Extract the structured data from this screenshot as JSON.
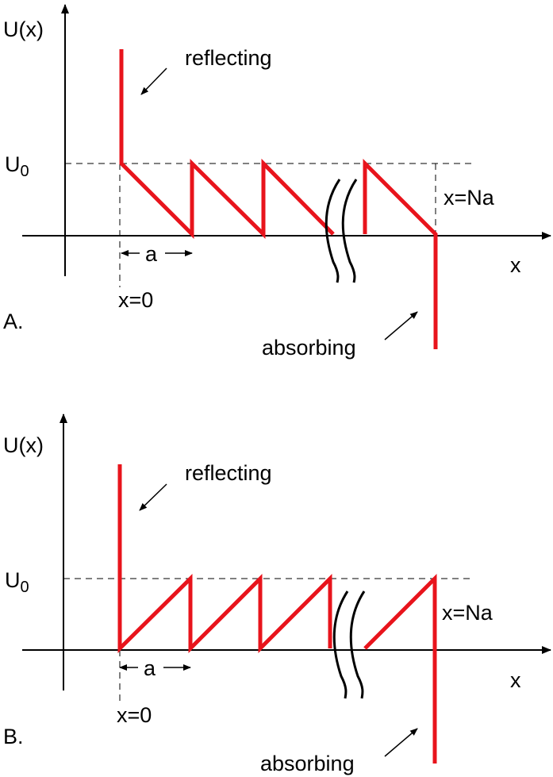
{
  "colors": {
    "potential": "#e8141c",
    "axes": "#000000",
    "background": "#ffffff"
  },
  "panels": [
    {
      "tag": "A.",
      "y_axis_label": "U(x)",
      "x_axis_label": "x",
      "level_label": "U",
      "level_subscript": "0",
      "reflecting_label": "reflecting",
      "absorbing_label": "absorbing",
      "period_label": "a",
      "origin_label": "x=0",
      "end_label": "x=Na"
    },
    {
      "tag": "B.",
      "y_axis_label": "U(x)",
      "x_axis_label": "x",
      "level_label": "U",
      "level_subscript": "0",
      "reflecting_label": "reflecting",
      "absorbing_label": "absorbing",
      "period_label": "a",
      "origin_label": "x=0",
      "end_label": "x=Na"
    }
  ]
}
